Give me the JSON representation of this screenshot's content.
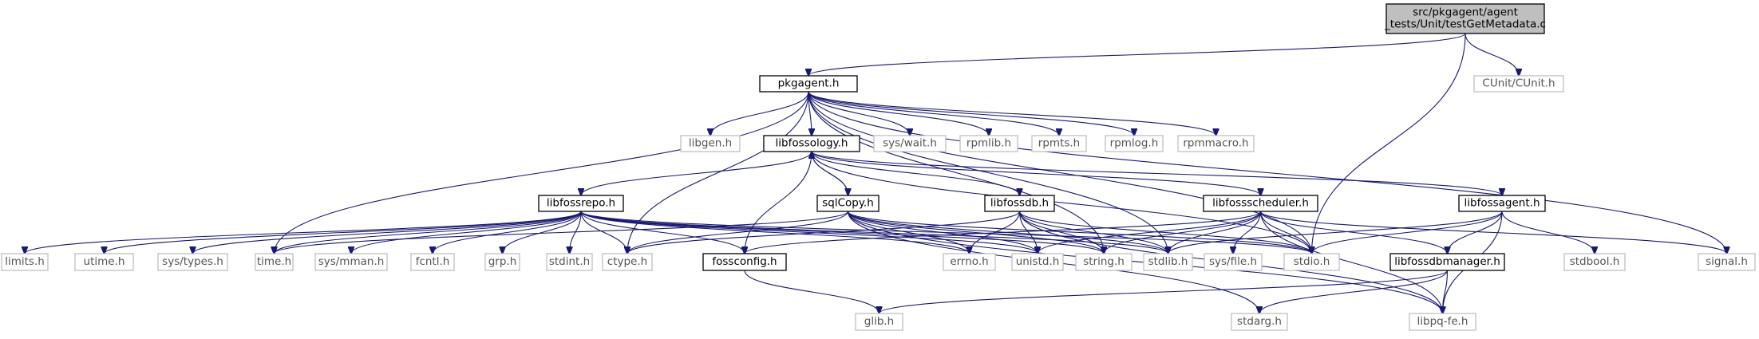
{
  "graph": {
    "nodes": [
      {
        "id": "root",
        "kind": "root",
        "lines": [
          "src/pkgagent/agent",
          "_tests/Unit/testGetMetadata.c"
        ]
      },
      {
        "id": "pkgagent",
        "kind": "doc",
        "lines": [
          "pkgagent.h"
        ]
      },
      {
        "id": "stdio",
        "kind": "sys",
        "lines": [
          "stdio.h"
        ]
      },
      {
        "id": "cunit",
        "kind": "sys",
        "lines": [
          "CUnit/CUnit.h"
        ]
      },
      {
        "id": "libgen",
        "kind": "sys",
        "lines": [
          "libgen.h"
        ]
      },
      {
        "id": "libfossology",
        "kind": "doc",
        "lines": [
          "libfossology.h"
        ]
      },
      {
        "id": "syswait",
        "kind": "sys",
        "lines": [
          "sys/wait.h"
        ]
      },
      {
        "id": "rpmlib",
        "kind": "sys",
        "lines": [
          "rpmlib.h"
        ]
      },
      {
        "id": "rpmts",
        "kind": "sys",
        "lines": [
          "rpmts.h"
        ]
      },
      {
        "id": "rpmlog",
        "kind": "sys",
        "lines": [
          "rpmlog.h"
        ]
      },
      {
        "id": "rpmmacro",
        "kind": "sys",
        "lines": [
          "rpmmacro.h"
        ]
      },
      {
        "id": "libfossrepo",
        "kind": "doc",
        "lines": [
          "libfossrepo.h"
        ]
      },
      {
        "id": "sqlcopy",
        "kind": "doc",
        "lines": [
          "sqlCopy.h"
        ]
      },
      {
        "id": "libfossdb",
        "kind": "doc",
        "lines": [
          "libfossdb.h"
        ]
      },
      {
        "id": "libfossscheduler",
        "kind": "doc",
        "lines": [
          "libfossscheduler.h"
        ]
      },
      {
        "id": "libfossagent",
        "kind": "doc",
        "lines": [
          "libfossagent.h"
        ]
      },
      {
        "id": "limits",
        "kind": "sys",
        "lines": [
          "limits.h"
        ]
      },
      {
        "id": "utime",
        "kind": "sys",
        "lines": [
          "utime.h"
        ]
      },
      {
        "id": "systypes",
        "kind": "sys",
        "lines": [
          "sys/types.h"
        ]
      },
      {
        "id": "time",
        "kind": "sys",
        "lines": [
          "time.h"
        ]
      },
      {
        "id": "sysmman",
        "kind": "sys",
        "lines": [
          "sys/mman.h"
        ]
      },
      {
        "id": "fcntl",
        "kind": "sys",
        "lines": [
          "fcntl.h"
        ]
      },
      {
        "id": "grp",
        "kind": "sys",
        "lines": [
          "grp.h"
        ]
      },
      {
        "id": "stdint",
        "kind": "sys",
        "lines": [
          "stdint.h"
        ]
      },
      {
        "id": "ctype",
        "kind": "sys",
        "lines": [
          "ctype.h"
        ]
      },
      {
        "id": "fossconfig",
        "kind": "doc",
        "lines": [
          "fossconfig.h"
        ]
      },
      {
        "id": "errno",
        "kind": "sys",
        "lines": [
          "errno.h"
        ]
      },
      {
        "id": "unistd",
        "kind": "sys",
        "lines": [
          "unistd.h"
        ]
      },
      {
        "id": "string",
        "kind": "sys",
        "lines": [
          "string.h"
        ]
      },
      {
        "id": "stdlib",
        "kind": "sys",
        "lines": [
          "stdlib.h"
        ]
      },
      {
        "id": "sysfile",
        "kind": "sys",
        "lines": [
          "sys/file.h"
        ]
      },
      {
        "id": "libfossdbmanager",
        "kind": "doc",
        "lines": [
          "libfossdbmanager.h"
        ]
      },
      {
        "id": "stdbool",
        "kind": "sys",
        "lines": [
          "stdbool.h"
        ]
      },
      {
        "id": "signal",
        "kind": "sys",
        "lines": [
          "signal.h"
        ]
      },
      {
        "id": "glib",
        "kind": "sys",
        "lines": [
          "glib.h"
        ]
      },
      {
        "id": "stdarg",
        "kind": "sys",
        "lines": [
          "stdarg.h"
        ]
      },
      {
        "id": "libpqfe",
        "kind": "sys",
        "lines": [
          "libpq-fe.h"
        ]
      }
    ],
    "edges": [
      [
        "root",
        "pkgagent"
      ],
      [
        "root",
        "stdio"
      ],
      [
        "root",
        "cunit"
      ],
      [
        "pkgagent",
        "libgen"
      ],
      [
        "pkgagent",
        "libfossology"
      ],
      [
        "pkgagent",
        "syswait"
      ],
      [
        "pkgagent",
        "rpmlib"
      ],
      [
        "pkgagent",
        "rpmts"
      ],
      [
        "pkgagent",
        "rpmlog"
      ],
      [
        "pkgagent",
        "rpmmacro"
      ],
      [
        "pkgagent",
        "time"
      ],
      [
        "pkgagent",
        "ctype"
      ],
      [
        "pkgagent",
        "string"
      ],
      [
        "pkgagent",
        "stdlib"
      ],
      [
        "pkgagent",
        "stdio"
      ],
      [
        "pkgagent",
        "signal"
      ],
      [
        "libfossology",
        "libfossrepo"
      ],
      [
        "libfossology",
        "sqlcopy"
      ],
      [
        "libfossology",
        "libfossdb"
      ],
      [
        "libfossology",
        "libfossscheduler"
      ],
      [
        "libfossology",
        "libfossagent"
      ],
      [
        "libfossology",
        "fossconfig"
      ],
      [
        "libfossology",
        "stdio"
      ],
      [
        "sqlcopy",
        "libfossology"
      ],
      [
        "sqlcopy",
        "time"
      ],
      [
        "sqlcopy",
        "ctype"
      ],
      [
        "sqlcopy",
        "errno"
      ],
      [
        "sqlcopy",
        "unistd"
      ],
      [
        "sqlcopy",
        "string"
      ],
      [
        "sqlcopy",
        "stdlib"
      ],
      [
        "sqlcopy",
        "stdio"
      ],
      [
        "sqlcopy",
        "stdarg"
      ],
      [
        "sqlcopy",
        "libpqfe"
      ],
      [
        "libfossrepo",
        "limits"
      ],
      [
        "libfossrepo",
        "utime"
      ],
      [
        "libfossrepo",
        "systypes"
      ],
      [
        "libfossrepo",
        "time"
      ],
      [
        "libfossrepo",
        "sysmman"
      ],
      [
        "libfossrepo",
        "fcntl"
      ],
      [
        "libfossrepo",
        "grp"
      ],
      [
        "libfossrepo",
        "stdint"
      ],
      [
        "libfossrepo",
        "ctype"
      ],
      [
        "libfossrepo",
        "fossconfig"
      ],
      [
        "libfossrepo",
        "errno"
      ],
      [
        "libfossrepo",
        "unistd"
      ],
      [
        "libfossrepo",
        "string"
      ],
      [
        "libfossrepo",
        "stdlib"
      ],
      [
        "libfossrepo",
        "stdio"
      ],
      [
        "libfossdb",
        "ctype"
      ],
      [
        "libfossdb",
        "errno"
      ],
      [
        "libfossdb",
        "unistd"
      ],
      [
        "libfossdb",
        "string"
      ],
      [
        "libfossdb",
        "stdlib"
      ],
      [
        "libfossdb",
        "stdio"
      ],
      [
        "libfossdb",
        "libpqfe"
      ],
      [
        "libfossscheduler",
        "fossconfig"
      ],
      [
        "libfossscheduler",
        "unistd"
      ],
      [
        "libfossscheduler",
        "string"
      ],
      [
        "libfossscheduler",
        "stdlib"
      ],
      [
        "libfossscheduler",
        "sysfile"
      ],
      [
        "libfossscheduler",
        "stdio"
      ],
      [
        "libfossscheduler",
        "libfossdbmanager"
      ],
      [
        "libfossscheduler",
        "signal"
      ],
      [
        "libfossscheduler",
        "libpqfe"
      ],
      [
        "libfossagent",
        "stdlib"
      ],
      [
        "libfossagent",
        "stdio"
      ],
      [
        "libfossagent",
        "stdbool"
      ],
      [
        "libfossagent",
        "libfossdbmanager"
      ],
      [
        "libfossagent",
        "libpqfe"
      ],
      [
        "fossconfig",
        "glib"
      ],
      [
        "libfossdbmanager",
        "glib"
      ],
      [
        "libfossdbmanager",
        "stdarg"
      ],
      [
        "libfossdbmanager",
        "libpqfe"
      ]
    ]
  }
}
